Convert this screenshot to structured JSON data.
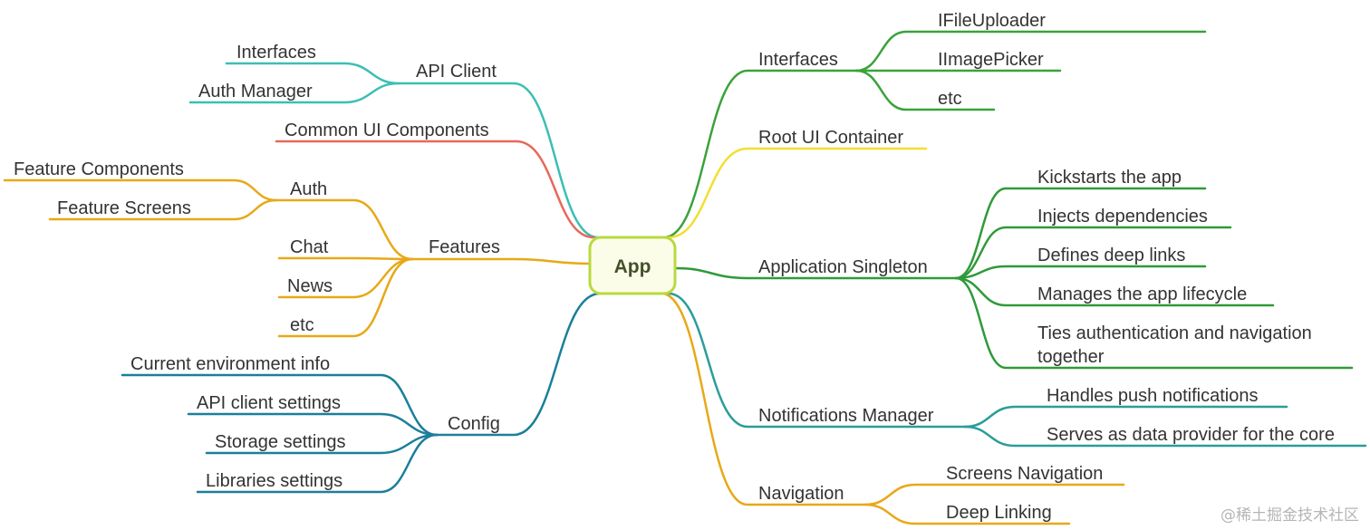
{
  "root": {
    "label": "App"
  },
  "colors": {
    "teal": "#3bbfb4",
    "red": "#e8685a",
    "orange": "#e8a817",
    "blue": "#1b7f9a",
    "green": "#3aa23a",
    "yellow": "#f2df30",
    "dark_green": "#2f9a38",
    "sea": "#2a9d99",
    "root_fill": "#fbfde9",
    "root_border": "#b9d93e"
  },
  "branches": {
    "api_client": {
      "label": "API Client",
      "children": [
        "Interfaces",
        "Auth Manager"
      ]
    },
    "common_ui": {
      "label": "Common UI Components"
    },
    "features": {
      "label": "Features",
      "auth": {
        "label": "Auth",
        "children": [
          "Feature Components",
          "Feature Screens"
        ]
      },
      "others": [
        "Chat",
        "News",
        "etc"
      ]
    },
    "config": {
      "label": "Config",
      "children": [
        "Current environment info",
        "API client settings",
        "Storage settings",
        "Libraries settings"
      ]
    },
    "interfaces": {
      "label": "Interfaces",
      "children": [
        "IFileUploader",
        "IImagePicker",
        "etc"
      ]
    },
    "root_ui": {
      "label": "Root UI Container"
    },
    "app_singleton": {
      "label": "Application Singleton",
      "children": [
        "Kickstarts the app",
        "Injects dependencies",
        "Defines deep links",
        "Manages the app lifecycle",
        "Ties authentication and navigation",
        "together"
      ]
    },
    "notifications": {
      "label": "Notifications Manager",
      "children": [
        "Handles push notifications",
        "Serves as data provider for the core"
      ]
    },
    "navigation": {
      "label": "Navigation",
      "children": [
        "Screens Navigation",
        "Deep Linking"
      ]
    }
  },
  "watermark": "@稀土掘金技术社区"
}
